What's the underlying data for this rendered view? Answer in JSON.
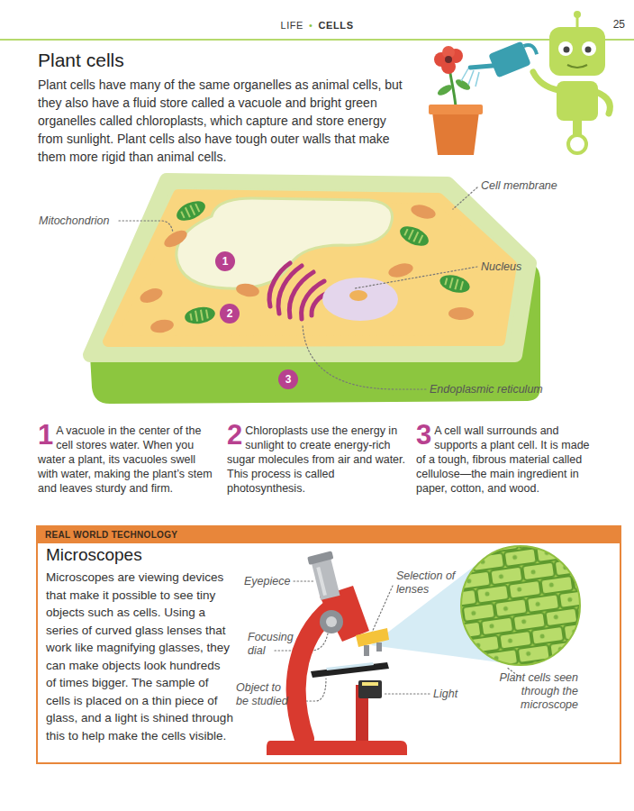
{
  "diagram": {
    "title": "Plant cells",
    "nodes": [
      {
        "text": [
          "1"
        ]
      },
      {
        "text": [
          "2"
        ]
      },
      {
        "text": [
          "3"
        ]
      },
      {
        "text": [
          "Microscopes",
          "Microscopes are viewing devices that make it possible to see tiny objects such as cells. Using a series of curved glass lenses that work like magnifying glasses, they can make objects look hundreds of times bigger. The sample of cells is placed on a thin piece of glass, and a light is shined through this to help make the cells visible."
        ]
      },
      {
        "text": [
          "REAL WORLD TECHNOLOGY"
        ],
        "in": 3
      }
    ],
    "labels": [
      "LIFE",
      "•",
      "CELLS",
      "25",
      "Plant cells have many of the same organelles as animal cells, but they also have a fluid store called a vacuole and bright green organelles called chloroplasts, which capture and store energy from sunlight. Plant cells also have tough outer walls that make them more rigid than animal cells.",
      "Cell membrane",
      "Mitochondrion",
      "Nucleus",
      "Endoplasmic reticulum",
      "1",
      "A vacuole in the center of the cell stores water. When you water a plant, its vacuoles swell with water, making the plant’s stem and leaves sturdy and firm.",
      "2",
      "Chloroplasts use the energy in sunlight to create energy-rich sugar molecules from air and water. This process is called photosynthesis.",
      "3",
      "A cell wall surrounds and supports a plant cell. It is made of a tough, fibrous material called cellulose—the main ingredient in paper, cotton, and wood.",
      "Eyepiece",
      "Selection of lenses",
      "Focusing dial",
      "Object to be studied",
      "Light",
      "Plant cells seen through the microscope"
    ]
  }
}
